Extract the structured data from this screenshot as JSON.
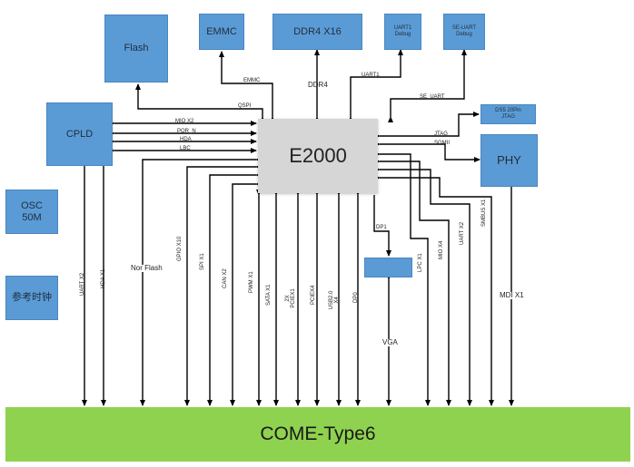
{
  "boxes": {
    "flash": "Flash",
    "emmc": "EMMC",
    "ddr4": "DDR4 X16",
    "uart1_debug": "UART1 Debug",
    "se_uart_debug": "SE-UART Debug",
    "cpld": "CPLD",
    "ds5": "DS5 20Pin JTAG",
    "phy": "PHY",
    "osc": "OSC 50M",
    "ref_clock": "参考时钟",
    "vga_box": ""
  },
  "chip": "E2000",
  "bus": "COME-Type6",
  "signals": {
    "qspi": "QSPI",
    "emmc": "EMMC",
    "ddr4": "DDR4",
    "uart1": "UART1",
    "se_uart": "SE_UART",
    "mio_x2": "MIO X2",
    "por_n": "POR_N",
    "hda": "HDA",
    "lbc": "LBC",
    "jtag": "JTAG",
    "sgmii": "SGMII",
    "uart_x2": "UART X2",
    "hda_x1": "HDA X1",
    "nor_flash": "Nor Flash",
    "gpio_x10": "GPIO X10",
    "spi_x1": "SPI X1",
    "can_x2": "CAN X2",
    "pwm_x1": "PWM X1",
    "sata_x1": "SATA X1",
    "pcie_x1": "2X PCIEX1",
    "pcie_x4": "PCIEX4",
    "usb": "USB2.0 X4",
    "dp0": "DP0",
    "dp1": "DP1",
    "vga": "VGA",
    "lpc_x1": "LPC X1",
    "mio_x4": "MIO X4",
    "uart_x2_right": "UART X2",
    "smbus_x1": "SMBUS X1",
    "mdi_x1": "MDI X1"
  },
  "colors": {
    "box": "#5b9bd5",
    "chip": "#d6d6d6",
    "bus": "#8fd24f",
    "line": "#000000"
  }
}
